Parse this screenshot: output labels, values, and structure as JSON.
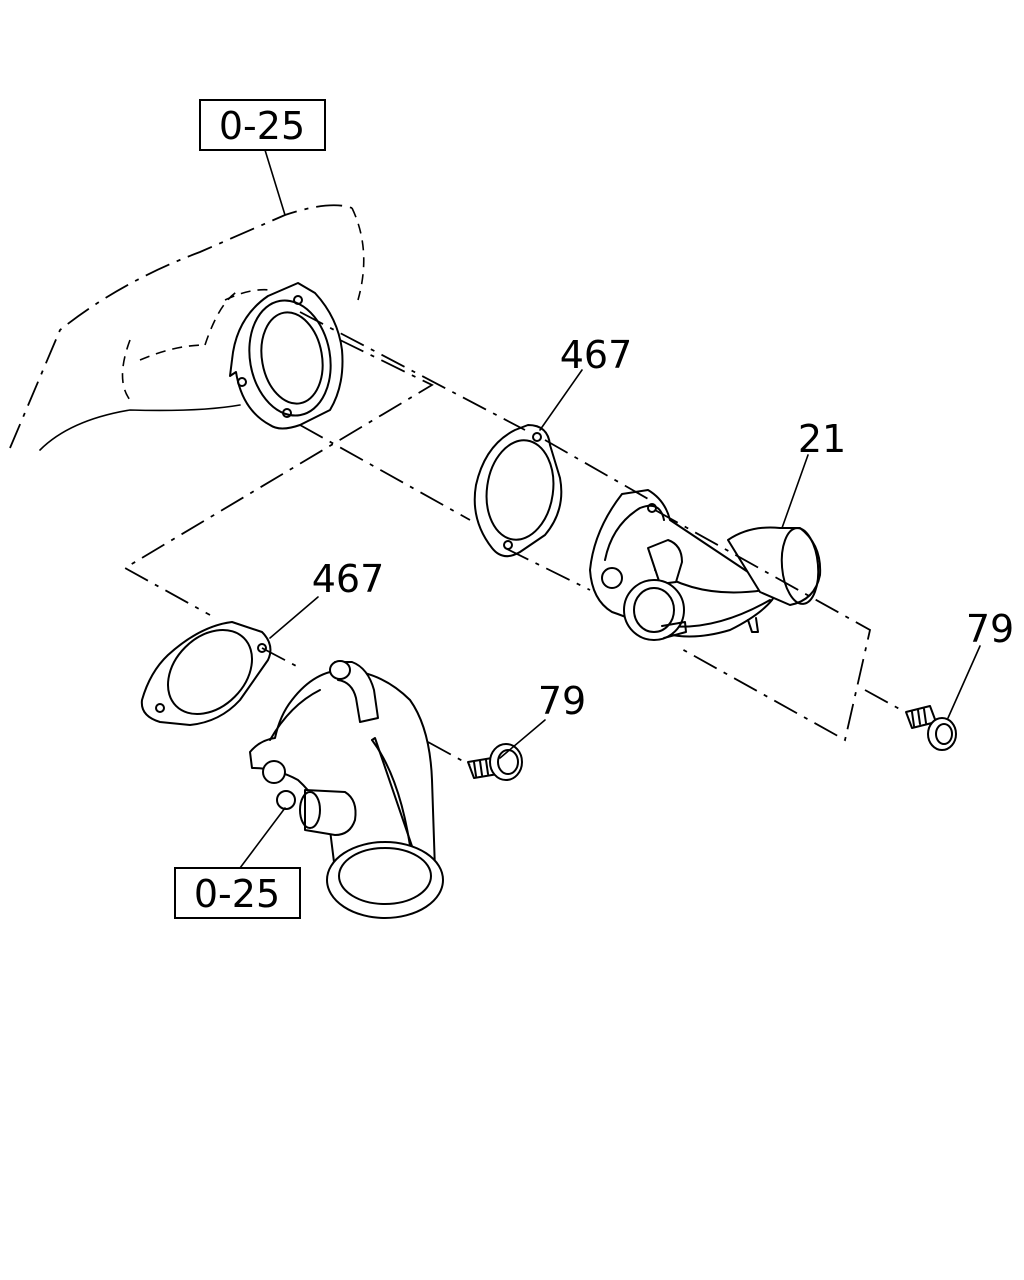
{
  "callouts": {
    "ref_top": "0-25",
    "gasket_upper": "467",
    "part_21": "21",
    "bolt_right": "79",
    "gasket_lower": "467",
    "bolt_lower": "79",
    "ref_bottom": "0-25"
  }
}
